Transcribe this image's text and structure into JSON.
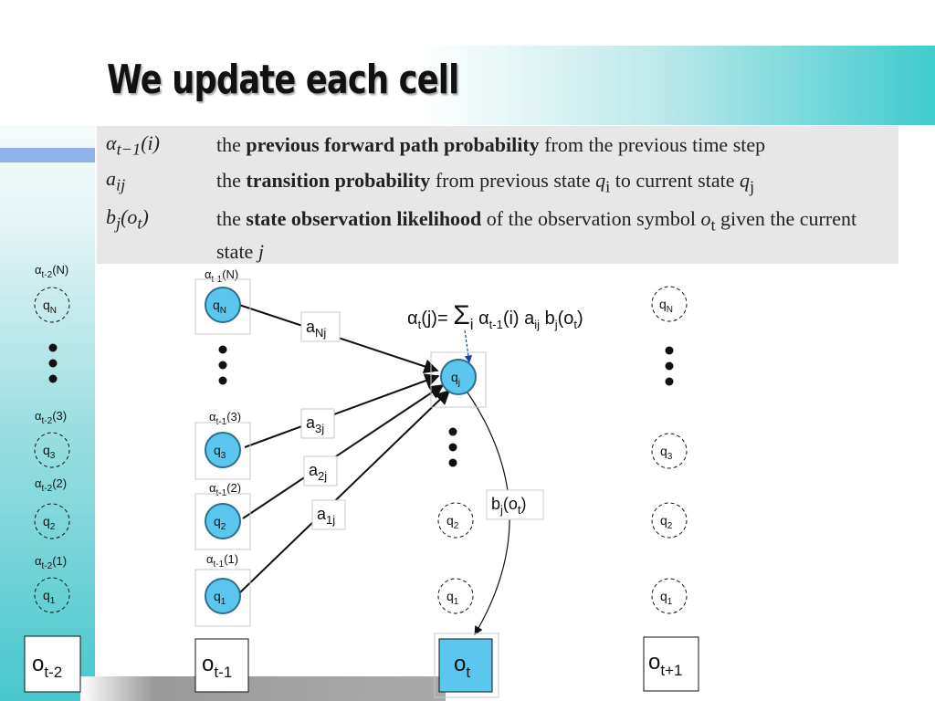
{
  "title": "We update each cell",
  "definitions": [
    {
      "symbol": "α",
      "symbol_sub": "t−1",
      "symbol_arg": "(i)",
      "pre": "the ",
      "bold": "previous forward path probability",
      "post": " from the previous time step"
    },
    {
      "symbol": "a",
      "symbol_sub": "ij",
      "pre": "the ",
      "bold": "transition probability",
      "post": " from previous state ",
      "var1": "q",
      "var1_sub": "i",
      "mid": " to current state ",
      "var2": "q",
      "var2_sub": "j"
    },
    {
      "symbol": "b",
      "symbol_sub": "j",
      "symbol_arg": "(o",
      "symbol_arg_sub": "t",
      "symbol_arg_end": ")",
      "pre": "the ",
      "bold": "state observation likelihood",
      "post": " of the observation symbol ",
      "var1": "o",
      "var1_sub": "t",
      "mid": " given the current state ",
      "var2": "j"
    }
  ],
  "diagram": {
    "formula": {
      "lhs": "α",
      "lhs_sub": "t",
      "lhs_arg": "(j)= ",
      "sum": "Σ",
      "sum_sub": "i",
      "alpha": " α",
      "alpha_sub": "t-1",
      "alpha_arg": "(i) a",
      "a_sub": "ij",
      "b": " b",
      "b_sub": "j",
      "b_arg": "(o",
      "b_arg_sub": "t",
      "b_end": ")"
    },
    "alpha_t2": [
      {
        "base": "α",
        "sub": "t-2",
        "arg": "(N)"
      },
      {
        "base": "α",
        "sub": "t-2",
        "arg": "(3)"
      },
      {
        "base": "α",
        "sub": "t-2",
        "arg": "(2)"
      },
      {
        "base": "α",
        "sub": "t-2",
        "arg": "(1)"
      }
    ],
    "alpha_t1": [
      {
        "base": "α",
        "sub": "t-1",
        "arg": "(N)"
      },
      {
        "base": "α",
        "sub": "t-1",
        "arg": "(3)"
      },
      {
        "base": "α",
        "sub": "t-1",
        "arg": "(2)"
      },
      {
        "base": "α",
        "sub": "t-1",
        "arg": "(1)"
      }
    ],
    "states": {
      "qN": {
        "base": "q",
        "sub": "N"
      },
      "q3": {
        "base": "q",
        "sub": "3"
      },
      "q2": {
        "base": "q",
        "sub": "2"
      },
      "q1": {
        "base": "q",
        "sub": "1"
      },
      "qj": {
        "base": "q",
        "sub": "j"
      }
    },
    "transitions": {
      "aNj": {
        "base": "a",
        "sub": "Nj"
      },
      "a3j": {
        "base": "a",
        "sub": "3j"
      },
      "a2j": {
        "base": "a",
        "sub": "2j"
      },
      "a1j": {
        "base": "a",
        "sub": "1j"
      }
    },
    "emission": {
      "base": "b",
      "sub": "j",
      "arg": "(o",
      "arg_sub": "t",
      "end": ")"
    },
    "observations": [
      {
        "base": "o",
        "sub": "t-2"
      },
      {
        "base": "o",
        "sub": "t-1"
      },
      {
        "base": "o",
        "sub": "t"
      },
      {
        "base": "o",
        "sub": "t+1"
      }
    ],
    "colors": {
      "node_fill": "#5bc7ef",
      "node_stroke": "#2e6f8d",
      "obs_fill": "#5bc7ef",
      "formula_arrow": "#1b3fa8"
    }
  }
}
